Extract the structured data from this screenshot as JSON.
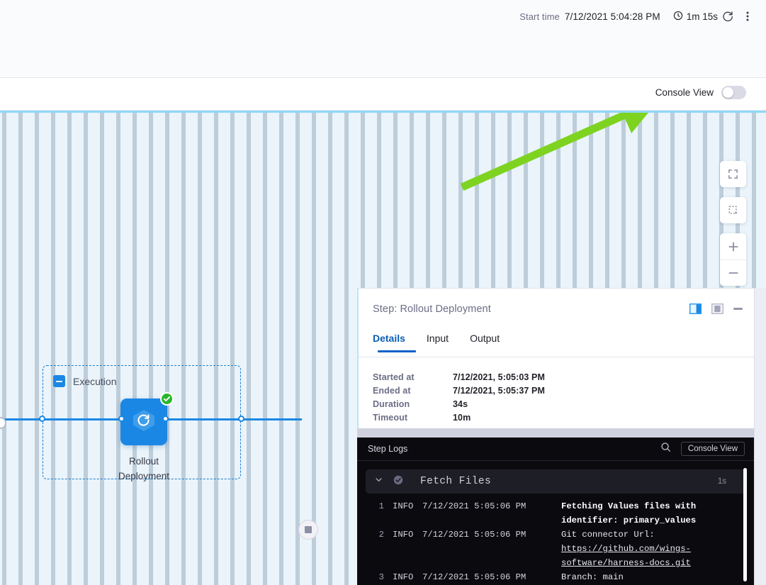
{
  "header": {
    "start_time_label": "Start time",
    "start_time_value": "7/12/2021 5:04:28 PM",
    "duration_value": "1m 15s",
    "refresh_icon": "refresh-icon",
    "more_icon": "kebab-menu-icon"
  },
  "console_bar": {
    "toggle_label": "Console View",
    "toggle_state": "off"
  },
  "canvas": {
    "tools": [
      {
        "name": "fit-to-screen-button",
        "icon": "expand-icon"
      },
      {
        "name": "select-area-button",
        "icon": "marquee-select-icon"
      },
      {
        "name": "zoom-in-button",
        "icon": "plus-icon"
      },
      {
        "name": "zoom-out-button",
        "icon": "minus-icon"
      }
    ],
    "annotation": {
      "type": "arrow",
      "color": "#7ed321",
      "points": "650,260 to 920,142"
    },
    "grid_color": "#b9cad6",
    "background_color": "#eaf4fa",
    "top_border_color": "#8ed8f8"
  },
  "graph": {
    "group_label": "Execution",
    "node": {
      "label_line1": "Rollout",
      "label_line2": "Deployment",
      "icon": "rollout-refresh-icon",
      "status": "success",
      "status_icon": "check-circle-icon",
      "color": "#1b87e4",
      "status_color": "#2ab62a"
    },
    "end_node_icon": "stop-square-icon"
  },
  "detail": {
    "title": "Step: Rollout Deployment",
    "actions": [
      {
        "name": "layout-right-panel-button",
        "icon": "panel-right-icon",
        "active": true
      },
      {
        "name": "layout-bottom-panel-button",
        "icon": "panel-bottom-icon",
        "active": false
      },
      {
        "name": "minimize-panel-button",
        "icon": "minimize-icon",
        "active": false
      }
    ],
    "tabs": [
      {
        "label": "Details",
        "active": true
      },
      {
        "label": "Input",
        "active": false
      },
      {
        "label": "Output",
        "active": false
      }
    ],
    "fields": [
      {
        "key": "Started at",
        "value": "7/12/2021, 5:05:03 PM"
      },
      {
        "key": "Ended at",
        "value": "7/12/2021, 5:05:37 PM"
      },
      {
        "key": "Duration",
        "value": "34s"
      },
      {
        "key": "Timeout",
        "value": "10m"
      }
    ]
  },
  "logs": {
    "panel_title": "Step Logs",
    "search_icon": "search-icon",
    "console_view_button": "Console View",
    "section": {
      "name": "Fetch Files",
      "duration": "1s",
      "status": "success",
      "chevron_icon": "chevron-down-icon",
      "status_icon": "check-circle-icon"
    },
    "lines": [
      {
        "num": "1",
        "level": "INFO",
        "time": "7/12/2021 5:05:06 PM",
        "message": "Fetching Values files with identifier: primary_values",
        "bold": true,
        "link": ""
      },
      {
        "num": "2",
        "level": "INFO",
        "time": "7/12/2021 5:05:06 PM",
        "message": "Git connector Url: ",
        "bold": false,
        "link": "https://github.com/wings-software/harness-docs.git"
      },
      {
        "num": "3",
        "level": "INFO",
        "time": "7/12/2021 5:05:06 PM",
        "message": "Branch: main",
        "bold": false,
        "link": ""
      }
    ]
  }
}
